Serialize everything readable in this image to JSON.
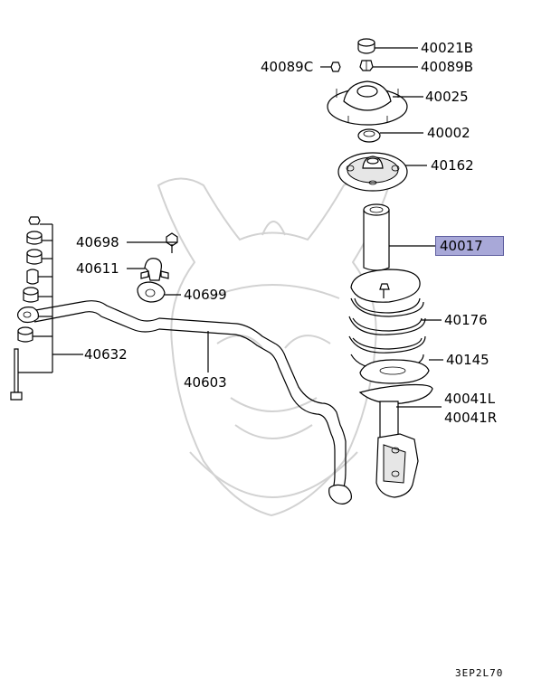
{
  "labels": {
    "p40021B": "40021B",
    "p40089B": "40089B",
    "p40089C": "40089C",
    "p40025": "40025",
    "p40002": "40002",
    "p40162": "40162",
    "p40017": "40017",
    "p40698": "40698",
    "p40611": "40611",
    "p40699": "40699",
    "p40176": "40176",
    "p40145": "40145",
    "p40632": "40632",
    "p40603": "40603",
    "p40041L": "40041L",
    "p40041R": "40041R"
  },
  "highlighted_part": "40017",
  "diagram_code": "3EP2L70",
  "colors": {
    "highlight": "#a8a8d8",
    "line": "#000000",
    "watermark": "#d2d2d2"
  }
}
